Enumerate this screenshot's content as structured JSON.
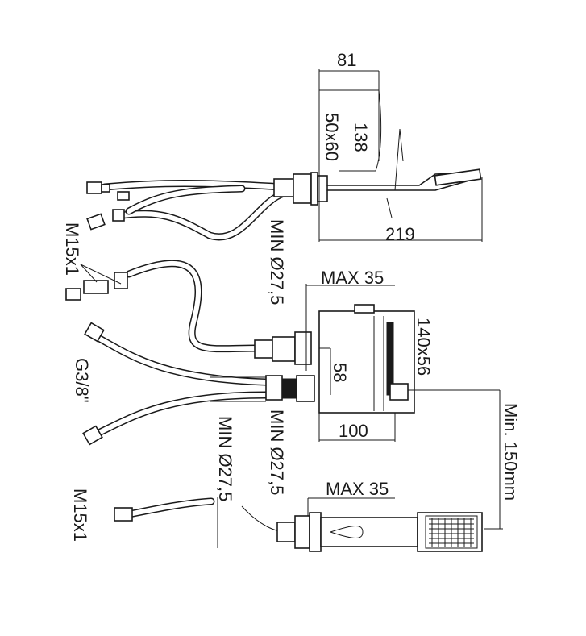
{
  "labels": {
    "dim_81": "81",
    "dim_138": "138",
    "dim_50x60": "50x60",
    "dim_219": "219",
    "min_d1": "MIN Ø27,5",
    "max_35_top": "MAX 35",
    "dim_140x56": "140x56",
    "dim_58": "58",
    "dim_100": "100",
    "min_d2": "MIN Ø27,5",
    "min_d3": "MIN Ø27,5",
    "max_35_bottom": "MAX 35",
    "min_150mm": "Min. 150mm",
    "m15x1_top": "M15x1",
    "g38": "G3/8\"",
    "m15x1_bottom": "M15x1"
  }
}
